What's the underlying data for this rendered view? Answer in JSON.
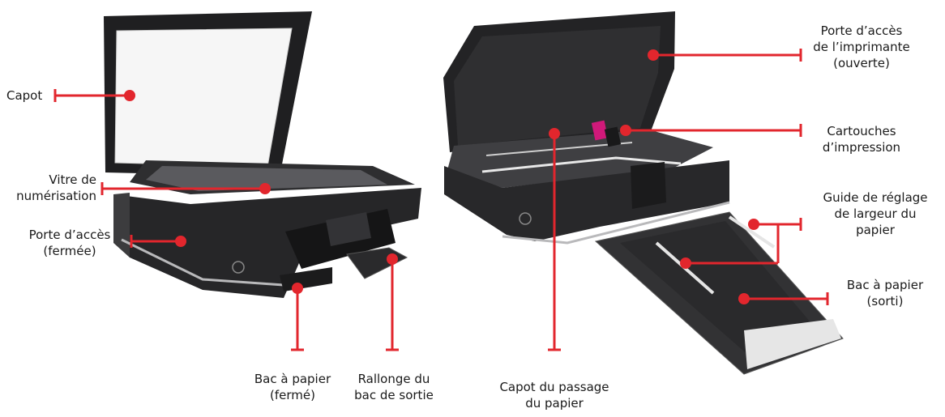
{
  "colors": {
    "callout": "#e2262d",
    "printer_body": "#2b2b2d",
    "glass": "#f2f2f2",
    "tray": "#3a3a3c"
  },
  "labels": {
    "capot": [
      "Capot"
    ],
    "vitre": [
      "Vitre de",
      "numérisation"
    ],
    "porte_fermee": [
      "Porte d’accès",
      "(fermée)"
    ],
    "bac_ferme": [
      "Bac à papier",
      "(fermé)"
    ],
    "rallonge": [
      "Rallonge du",
      "bac de sortie"
    ],
    "capot_passage": [
      "Capot du passage",
      "du papier"
    ],
    "porte_ouverte": [
      "Porte d’accès",
      "de l’imprimante",
      "(ouverte)"
    ],
    "cartouches": [
      "Cartouches",
      "d’impression"
    ],
    "guide": [
      "Guide de réglage",
      "de largeur du",
      "papier"
    ],
    "bac_sorti": [
      "Bac à papier",
      "(sorti)"
    ]
  }
}
